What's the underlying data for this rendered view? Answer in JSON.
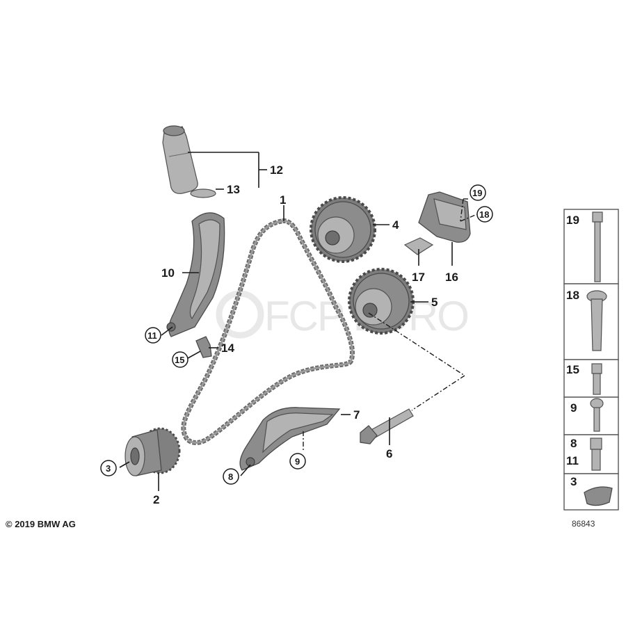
{
  "callouts": {
    "c1": "1",
    "c2": "2",
    "c3": "3",
    "c4": "4",
    "c5": "5",
    "c6": "6",
    "c7": "7",
    "c8": "8",
    "c9": "9",
    "c10": "10",
    "c11": "11",
    "c12": "12",
    "c13": "13",
    "c14": "14",
    "c15": "15",
    "c16": "16",
    "c17": "17",
    "c18": "18",
    "c19": "19"
  },
  "side_panel": {
    "r19": "19",
    "r18": "18",
    "r15": "15",
    "r9": "9",
    "r8": "8",
    "r11": "11",
    "r3": "3"
  },
  "watermark": {
    "text": "FCP EURO"
  },
  "footer": {
    "copyright": "© 2019 BMW AG",
    "diagram_number": "86843"
  }
}
